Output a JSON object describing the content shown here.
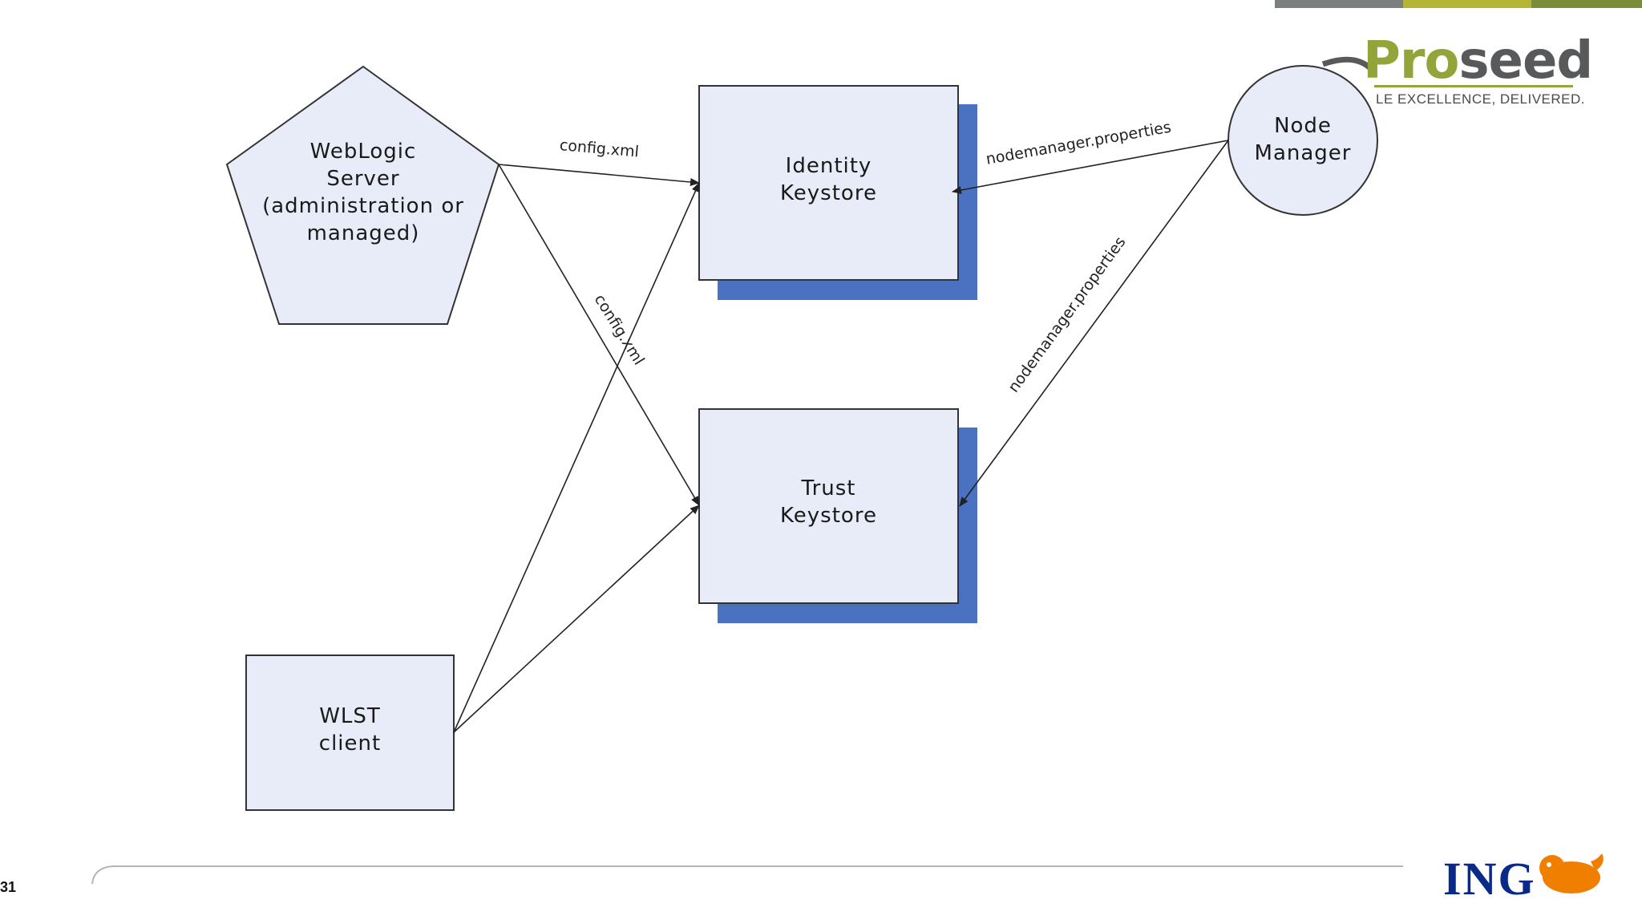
{
  "nodes": {
    "weblogic": "WebLogic\nServer\n(administration or\nmanaged)",
    "identity": "Identity\nKeystore",
    "trust": "Trust\nKeystore",
    "wlst": "WLST\nclient",
    "nodemanager": "Node\nManager"
  },
  "edges": {
    "wls_to_identity": "config.xml",
    "wls_to_trust": "config.xml",
    "nm_to_identity": "nodemanager.properties",
    "nm_to_trust": "nodemanager.properties"
  },
  "branding": {
    "proseed_logo_part1": "Pro",
    "proseed_logo_part2": "seed",
    "proseed_tagline": "LE EXCELLENCE, DELIVERED.",
    "ing_logo": "ING"
  },
  "page_number": "31",
  "colors": {
    "node_fill": "#e8ecf8",
    "shadow": "#4a72c0",
    "stroke": "#333333",
    "proseed_green": "#93a43a",
    "ing_blue": "#0a2a8a",
    "ing_orange": "#f07f00"
  }
}
